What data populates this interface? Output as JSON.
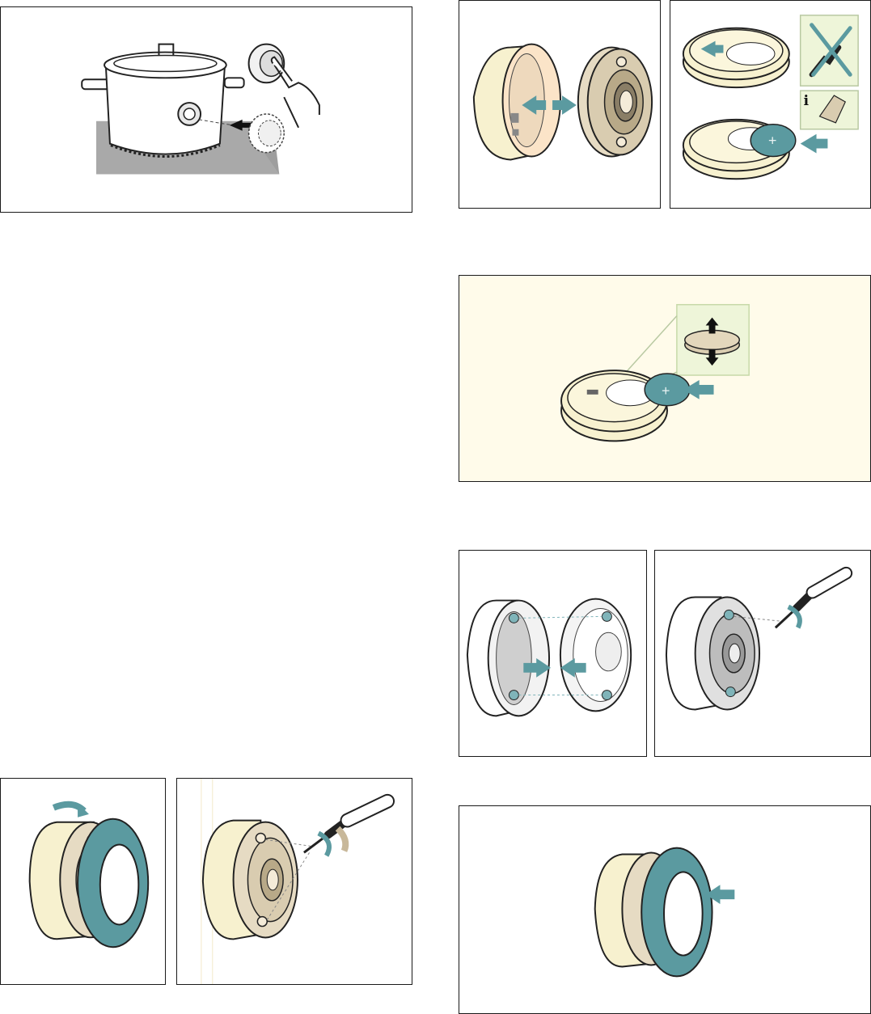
{
  "page": {
    "background": "#ffffff",
    "border_color": "#1a1a1a"
  },
  "colors": {
    "cream": "#f7f1cf",
    "cream_dark": "#e9dfae",
    "tan": "#d9ccb0",
    "tan_dark": "#b8a988",
    "teal": "#5b9aa0",
    "teal_light": "#7fb4b9",
    "grey_stove": "#a9a9a9",
    "info_box": "#eef5d9",
    "peach_panel_bg": "#fffbea"
  },
  "panels": [
    {
      "name": "cookware-sensor-panel",
      "icons": [
        "pot-icon",
        "hand-press-icon",
        "sensor-disc-icon",
        "arrow-icon"
      ]
    },
    {
      "name": "sensor-open-panel",
      "icons": [
        "sensor-housing-icon",
        "sensor-cover-icon",
        "double-arrow-icon"
      ]
    },
    {
      "name": "battery-remove-panel",
      "icons": [
        "no-screwdriver-icon",
        "info-manual-icon",
        "battery-icon"
      ]
    },
    {
      "name": "battery-insert-panel",
      "icons": [
        "battery-polarity-icon",
        "battery-holder-icon",
        "insert-arrow-icon"
      ]
    },
    {
      "name": "sensor-assemble-panel",
      "icons": [
        "screw-icon",
        "alignment-arrows-icon"
      ]
    },
    {
      "name": "sensor-screw-panel",
      "icons": [
        "screwdriver-icon",
        "rotate-arrow-icon"
      ]
    },
    {
      "name": "silicone-remove-panel",
      "icons": [
        "silicone-ring-icon",
        "curved-arrow-icon"
      ]
    },
    {
      "name": "screw-loosen-panel",
      "icons": [
        "screwdriver-icon",
        "rotate-arrow-icon"
      ]
    },
    {
      "name": "silicone-attach-panel",
      "icons": [
        "silicone-ring-icon",
        "push-arrow-icon"
      ]
    }
  ],
  "labels": {
    "info_letter": "i",
    "plus_sign": "+",
    "minus_sign": "–"
  }
}
